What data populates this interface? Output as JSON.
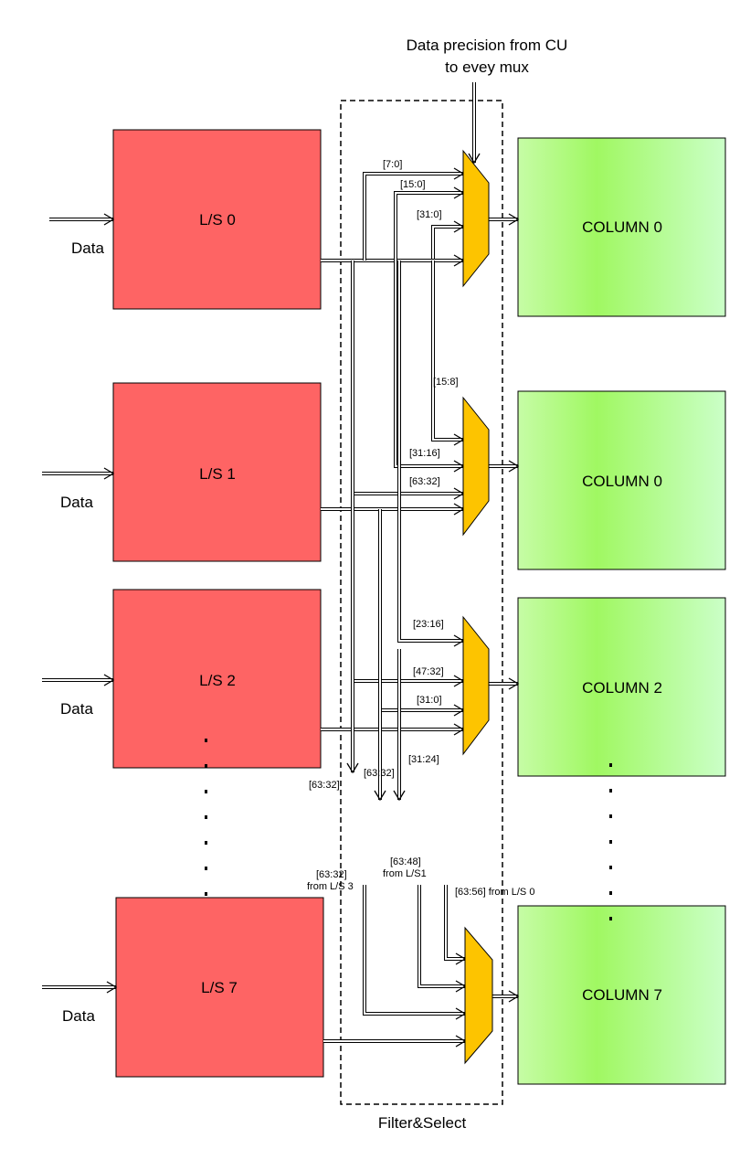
{
  "header": {
    "cu_line1": "Data precision from CU",
    "cu_line2": "to evey mux"
  },
  "frame_label": "Filter&Select",
  "ls_units": [
    {
      "label": "L/S 0",
      "input": "Data"
    },
    {
      "label": "L/S 1",
      "input": "Data"
    },
    {
      "label": "L/S 2",
      "input": "Data"
    },
    {
      "label": "L/S 7",
      "input": "Data"
    }
  ],
  "columns": [
    {
      "label": "COLUMN 0"
    },
    {
      "label": "COLUMN 0"
    },
    {
      "label": "COLUMN 2"
    },
    {
      "label": "COLUMN 7"
    }
  ],
  "bit_labels": {
    "m0_a": "[7:0]",
    "m0_b": "[15:0]",
    "m0_c": "[31:0]",
    "m1_a": "[15:8]",
    "m1_b": "[31:16]",
    "m1_c": "[63:32]",
    "m2_a": "[23:16]",
    "m2_b": "[47:32]",
    "m2_c": "[31:0]",
    "m2_d": "[31:24]",
    "down_a": "[63:32]",
    "down_b": "[63:32]",
    "m7_a1": "[63:32]",
    "m7_a2": "from L/S 3",
    "m7_b1": "[63:48]",
    "m7_b2": "from L/S1",
    "m7_c": "[63:56] from L/S 0"
  },
  "colors": {
    "ls_fill": "#fe6464",
    "mux_fill": "#fdc400",
    "column_green": "#a0f862",
    "column_light": "#c8ffc8"
  }
}
